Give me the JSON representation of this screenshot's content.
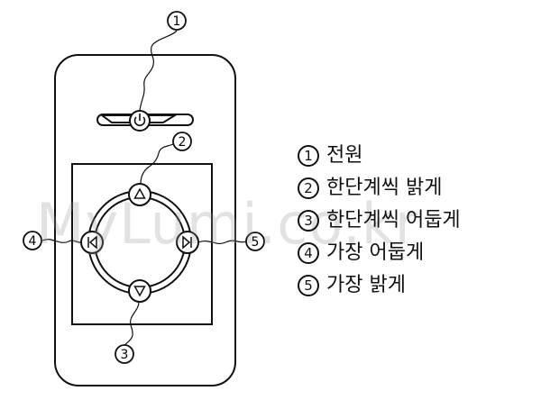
{
  "callouts": {
    "power": "1",
    "step_brighter": "2",
    "step_darker": "3",
    "darkest": "4",
    "brightest": "5"
  },
  "legend": [
    {
      "num": "1",
      "label": "전원"
    },
    {
      "num": "2",
      "label": "한단계씩 밝게"
    },
    {
      "num": "3",
      "label": "한단계씩 어둡게"
    },
    {
      "num": "4",
      "label": "가장 어둡게"
    },
    {
      "num": "5",
      "label": "가장 밝게"
    }
  ],
  "watermark": "MyLumi.co.kr",
  "icons": {
    "power": "power-icon",
    "up": "triangle-up-icon",
    "down": "triangle-down-icon",
    "prev": "skip-back-icon",
    "next": "skip-forward-icon"
  }
}
